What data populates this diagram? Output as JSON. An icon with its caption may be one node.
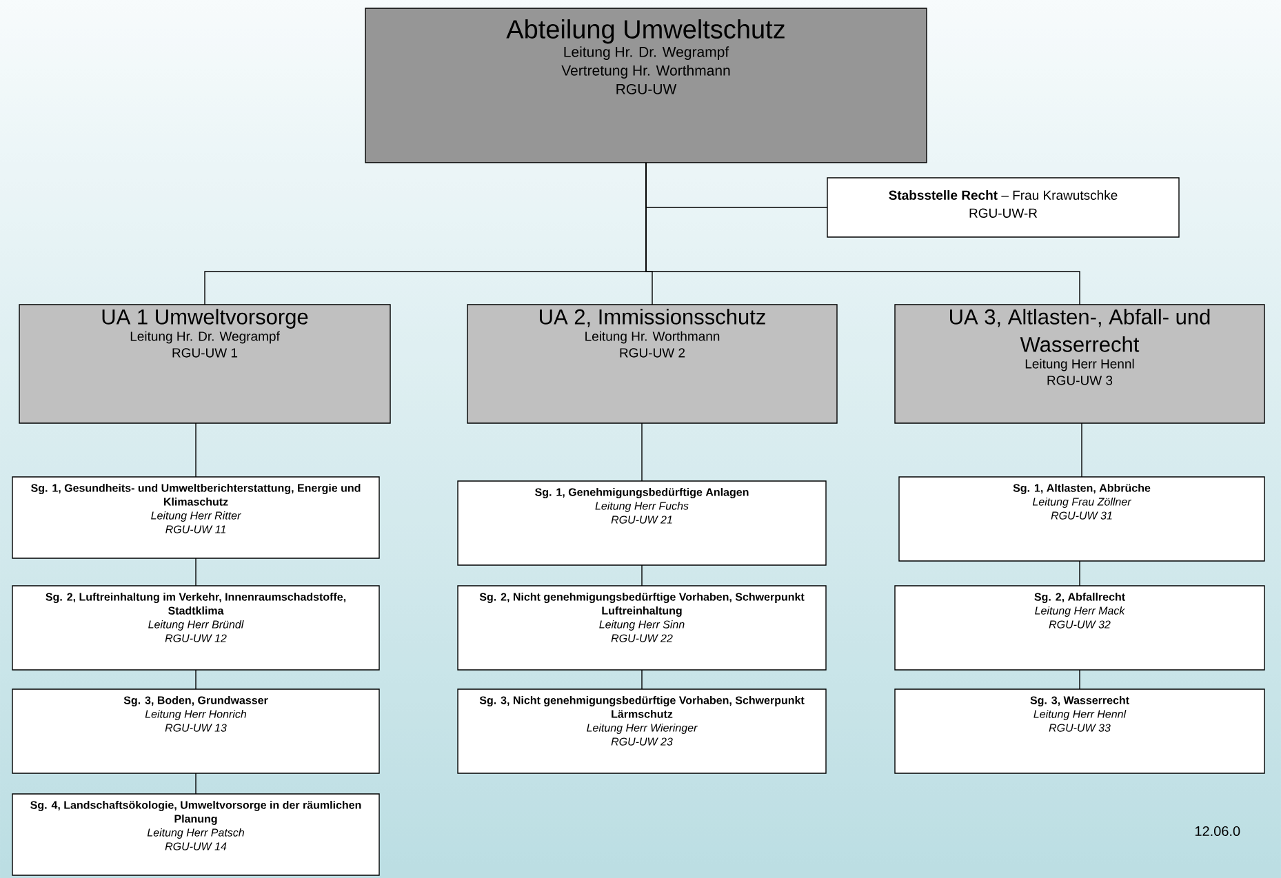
{
  "diagram": {
    "nodes": [
      {
        "text": [
          "Abteilung Umweltschutz",
          "Leitung Hr. Dr. Wegrampf",
          "Vertretung Hr. Worthmann",
          "RGU-UW"
        ]
      },
      {
        "text": [
          "**Stabsstelle Recht** – Frau Krawutschke",
          "RGU-UW-R"
        ]
      },
      {
        "text": [
          "UA 1 Umweltvorsorge",
          "Leitung Hr. Dr. Wegrampf",
          "RGU-UW 1"
        ]
      },
      {
        "text": [
          "UA 2, Immissionsschutz",
          "Leitung Hr. Worthmann",
          "RGU-UW 2"
        ]
      },
      {
        "text": [
          "UA 3, Altlasten-, Abfall- und Wasserrecht",
          "Leitung Herr Hennl",
          "RGU-UW 3"
        ]
      },
      {
        "text": [
          "Sg. 1, Gesundheits- und Umweltberichterstattung, Energie und Klimaschutz",
          "Leitung Herr Ritter",
          "RGU-UW 11"
        ]
      },
      {
        "text": [
          "Sg. 2, Luftreinhaltung im Verkehr, Innenraumschadstoffe, Stadtklima",
          "Leitung Herr Bründl",
          "RGU-UW 12"
        ]
      },
      {
        "text": [
          "Sg. 3, Boden, Grundwasser",
          "Leitung Herr Honrich",
          "RGU-UW 13"
        ]
      },
      {
        "text": [
          "Sg. 4, Landschaftsökologie, Umweltvorsorge in der räumlichen Planung",
          "Leitung Herr Patsch",
          "RGU-UW 14"
        ]
      },
      {
        "text": [
          "Sg. 1, Genehmigungsbedürftige Anlagen",
          "Leitung Herr Fuchs",
          "RGU-UW 21"
        ]
      },
      {
        "text": [
          "Sg. 2, Nicht genehmigungsbedürftige Vorhaben, Schwerpunkt Luftreinhaltung",
          "Leitung Herr Sinn",
          "RGU-UW 22"
        ]
      },
      {
        "text": [
          "Sg. 3, Nicht genehmigungsbedürftige Vorhaben, Schwerpunkt Lärmschutz",
          "Leitung Herr Wieringer",
          "RGU-UW 23"
        ]
      },
      {
        "text": [
          "Sg. 1, Altlasten, Abbrüche",
          "Leitung Frau Zöllner",
          "RGU-UW 31"
        ]
      },
      {
        "text": [
          "Sg. 2, Abfallrecht",
          "Leitung Herr Mack",
          "RGU-UW 32"
        ]
      },
      {
        "text": [
          "Sg. 3, Wasserrecht",
          "Leitung Herr Hennl",
          "RGU-UW 33"
        ]
      }
    ],
    "edges": [
      {
        "from": 0,
        "to": 1,
        "arrow": "none"
      },
      {
        "from": 0,
        "to": 2,
        "arrow": "none"
      },
      {
        "from": 0,
        "to": 3,
        "arrow": "none"
      },
      {
        "from": 0,
        "to": 4,
        "arrow": "none"
      },
      {
        "from": 2,
        "to": 5,
        "arrow": "none"
      },
      {
        "from": 5,
        "to": 6,
        "arrow": "none"
      },
      {
        "from": 6,
        "to": 7,
        "arrow": "none"
      },
      {
        "from": 7,
        "to": 8,
        "arrow": "none"
      },
      {
        "from": 3,
        "to": 9,
        "arrow": "none"
      },
      {
        "from": 9,
        "to": 10,
        "arrow": "none"
      },
      {
        "from": 10,
        "to": 11,
        "arrow": "none"
      },
      {
        "from": 4,
        "to": 12,
        "arrow": "none"
      },
      {
        "from": 12,
        "to": 13,
        "arrow": "none"
      },
      {
        "from": 13,
        "to": 14,
        "arrow": "none"
      }
    ],
    "labels": [
      "12.06.0"
    ]
  }
}
